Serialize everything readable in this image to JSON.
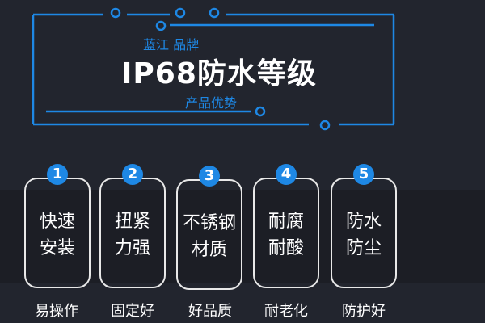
{
  "header": {
    "brand": "蓝江  品牌",
    "title": "IP68防水等级",
    "subtitle": "产品优势"
  },
  "accent": "#1e88e5",
  "features": [
    {
      "num": "1",
      "line1": "快速",
      "line2": "安装",
      "label": "易操作"
    },
    {
      "num": "2",
      "line1": "扭紧",
      "line2": "力强",
      "label": "固定好"
    },
    {
      "num": "3",
      "line1": "不锈钢",
      "line2": "材质",
      "label": "好品质"
    },
    {
      "num": "4",
      "line1": "耐腐",
      "line2": "耐酸",
      "label": "耐老化"
    },
    {
      "num": "5",
      "line1": "防水",
      "line2": "防尘",
      "label": "防护好"
    }
  ]
}
